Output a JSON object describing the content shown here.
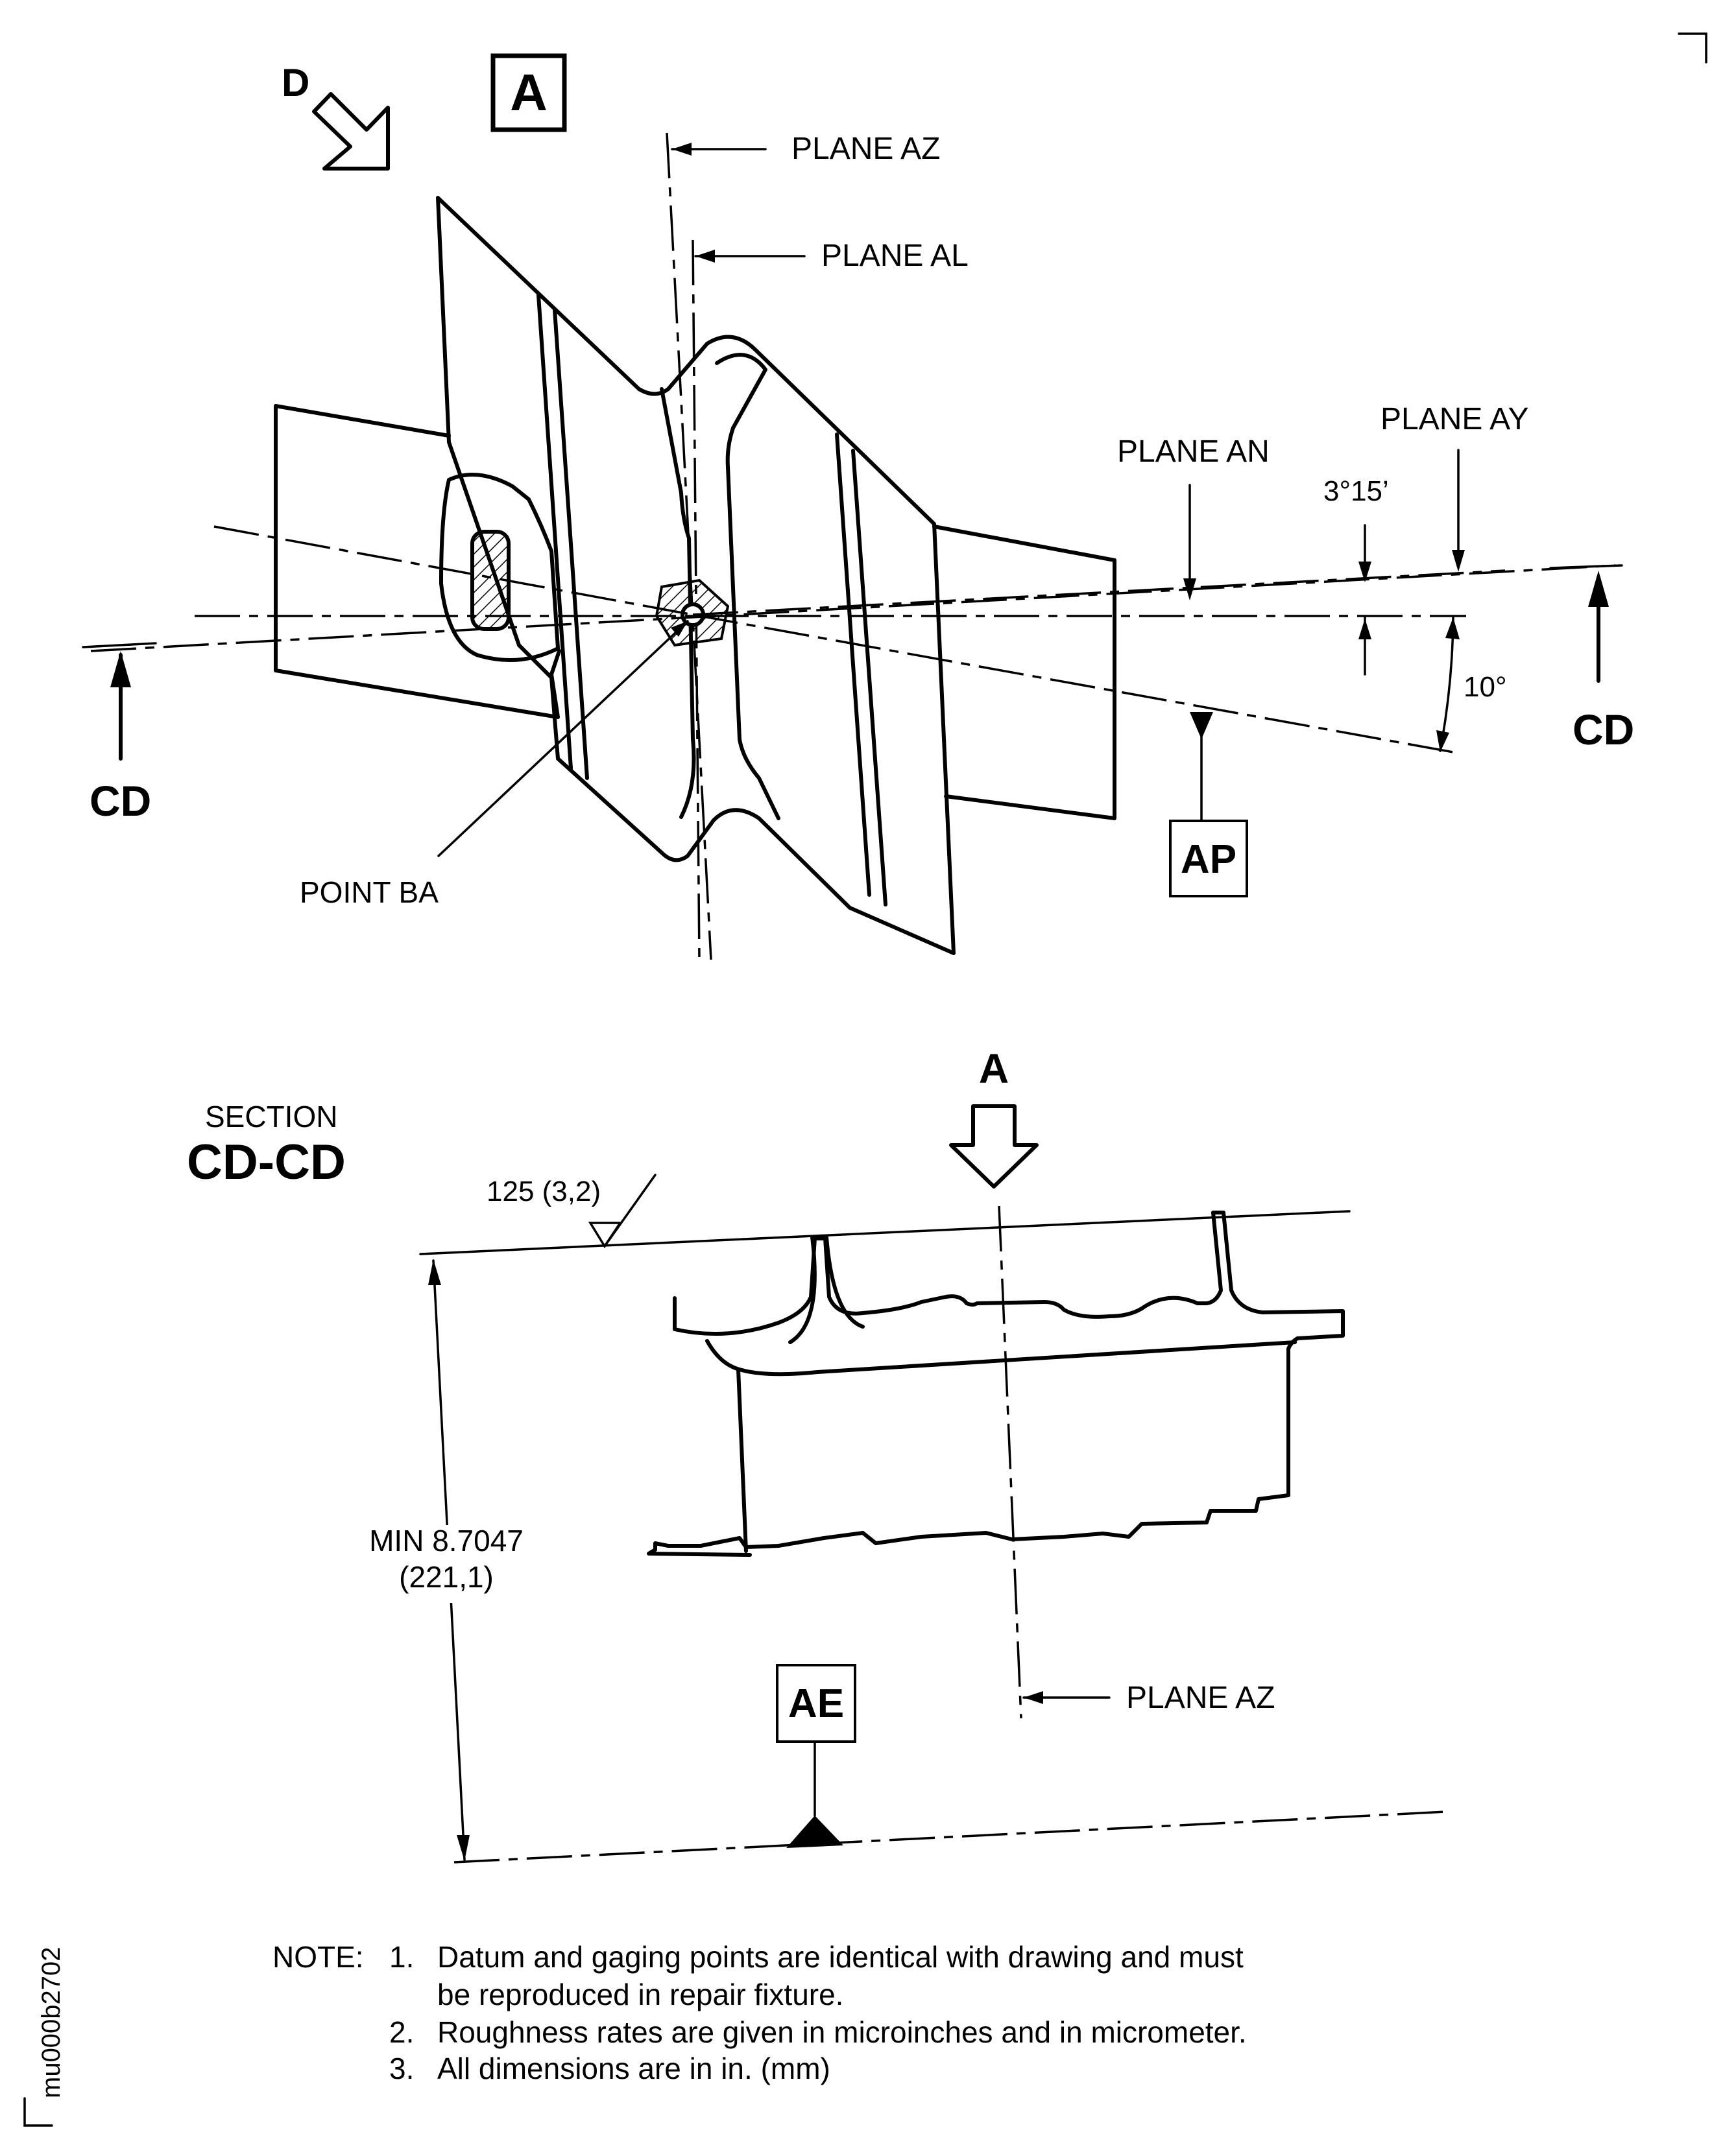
{
  "views": {
    "view_letter": "A",
    "view_direction_letter": "D",
    "section_arrow_letter": "A",
    "section_heading_small": "SECTION",
    "section_heading_large": "CD-CD"
  },
  "planes": {
    "az_top": "PLANE AZ",
    "al": "PLANE AL",
    "an": "PLANE AN",
    "ay": "PLANE AY",
    "az_bottom": "PLANE AZ"
  },
  "points": {
    "ba": "POINT BA"
  },
  "angles": {
    "small": "3°15’",
    "large": "10°"
  },
  "section_cuts": {
    "left": "CD",
    "right": "CD"
  },
  "datums": {
    "ap": "AP",
    "ae": "AE"
  },
  "roughness": "125 (3,2)",
  "dimension": {
    "value": "MIN 8.7047",
    "metric": "(221,1)"
  },
  "notes": {
    "label": "NOTE:",
    "items": [
      {
        "num": "1.",
        "line1": "Datum and gaging points are identical with drawing and must",
        "line2": "be reproduced in repair fixture."
      },
      {
        "num": "2.",
        "line1": "Roughness rates are given in microinches and in micrometer.",
        "line2": ""
      },
      {
        "num": "3.",
        "line1": "All dimensions are in in. (mm)",
        "line2": ""
      }
    ]
  },
  "figure_id": "mu000b2702"
}
